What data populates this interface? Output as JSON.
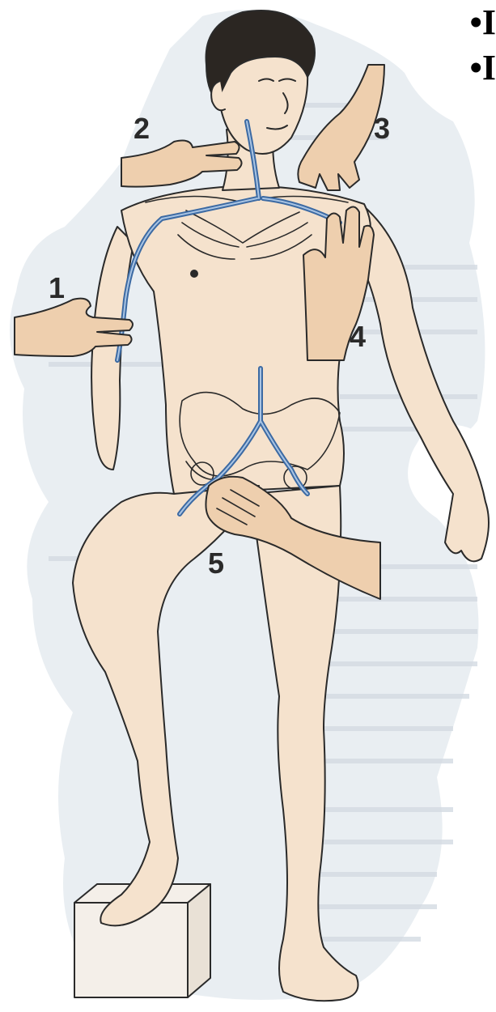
{
  "bullets": [
    "•I",
    "•I"
  ],
  "markers": [
    "1",
    "2",
    "3",
    "4",
    "5"
  ],
  "colors": {
    "background": "#ffffff",
    "blotch": "#e7ecf1",
    "skin": "#f5e2cd",
    "skin_shadow": "#e9cfb2",
    "hand": "#eecfae",
    "vessel": "#3c6aa3",
    "vessel_light": "#a9c4e3",
    "hair": "#2b2622",
    "outline": "#2a2a2a",
    "box": "#f4efe9"
  },
  "icons": [
    "human-figure",
    "vessel",
    "hand"
  ]
}
